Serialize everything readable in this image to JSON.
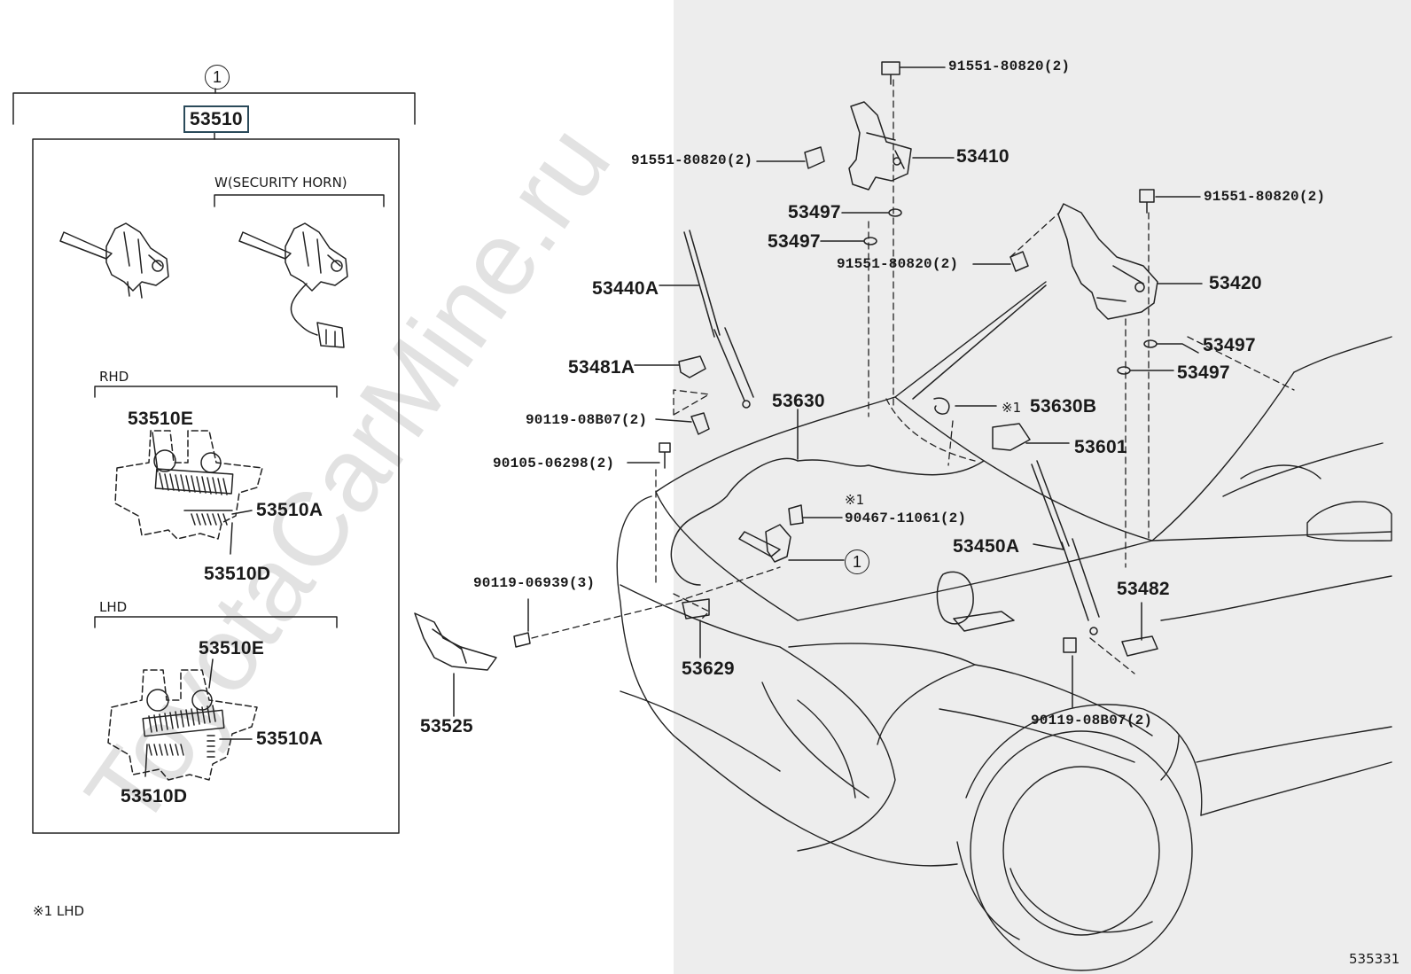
{
  "watermark": "ToyotaCarMine.ru",
  "assembly": {
    "ref_symbol": "1",
    "part_number": "53510",
    "variant_security": "W(SECURITY HORN)",
    "rhd": {
      "heading": "RHD",
      "parts": [
        "53510E",
        "53510A",
        "53510D"
      ]
    },
    "lhd": {
      "heading": "LHD",
      "parts": [
        "53510E",
        "53510A",
        "53510D"
      ]
    }
  },
  "footnote": "※1 LHD",
  "diagram_id": "535331",
  "callouts": {
    "bolt_91551_top": "91551-80820(2)",
    "bolt_91551_left": "91551-80820(2)",
    "hinge_lh": "53410",
    "washer_a": "53497",
    "washer_b": "53497",
    "bolt_91551_mid": "91551-80820(2)",
    "bolt_91551_right": "91551-80820(2)",
    "hinge_rh": "53420",
    "washer_c": "53497",
    "washer_d": "53497",
    "strut_lh": "53440A",
    "bracket_lh": "53481A",
    "bolt_90119_08b07_l": "90119-08B07(2)",
    "screw_90105": "90105-06298(2)",
    "cable": "53630",
    "clip_mark": "※1",
    "clip_part": "53630B",
    "lever": "53601",
    "clamp_mark": "※1",
    "clamp": "90467-11061(2)",
    "strut_rh": "53450A",
    "lock_ref": "1",
    "bolt_90119_06939": "90119-06939(3)",
    "protector": "53629",
    "bracket_rh": "53482",
    "support": "53525",
    "bolt_90119_08b07_r": "90119-08B07(2)"
  }
}
